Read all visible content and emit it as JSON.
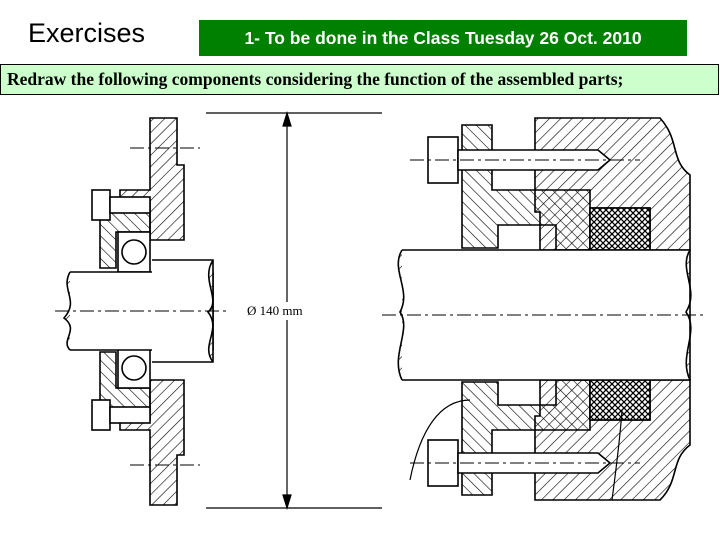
{
  "slide": {
    "title": "Exercises",
    "banner": "1- To be done in the Class Tuesday 26 Oct. 2010",
    "instruction": "Redraw the following components considering the function of the assembled parts;"
  },
  "drawing": {
    "dimension_label": "Ø 140 mm"
  }
}
